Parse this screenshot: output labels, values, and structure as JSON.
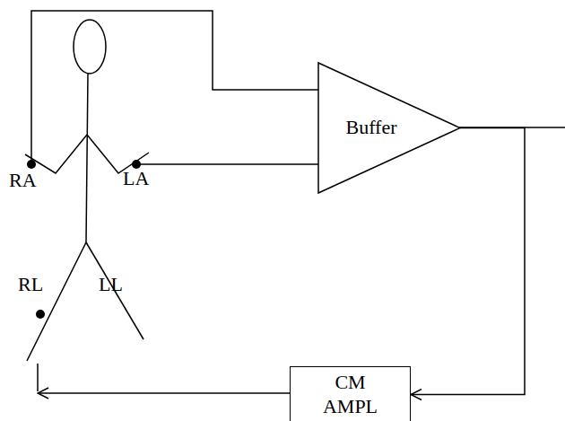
{
  "diagram": {
    "nodes": [
      {
        "text": [
          "Buffer"
        ]
      },
      {
        "text": [
          "CM AMPL"
        ]
      }
    ],
    "edges": [
      {
        "from": 0,
        "to": 1,
        "arrow": "to"
      }
    ],
    "labels": [
      "RA",
      "LA",
      "RL",
      "LL"
    ]
  }
}
